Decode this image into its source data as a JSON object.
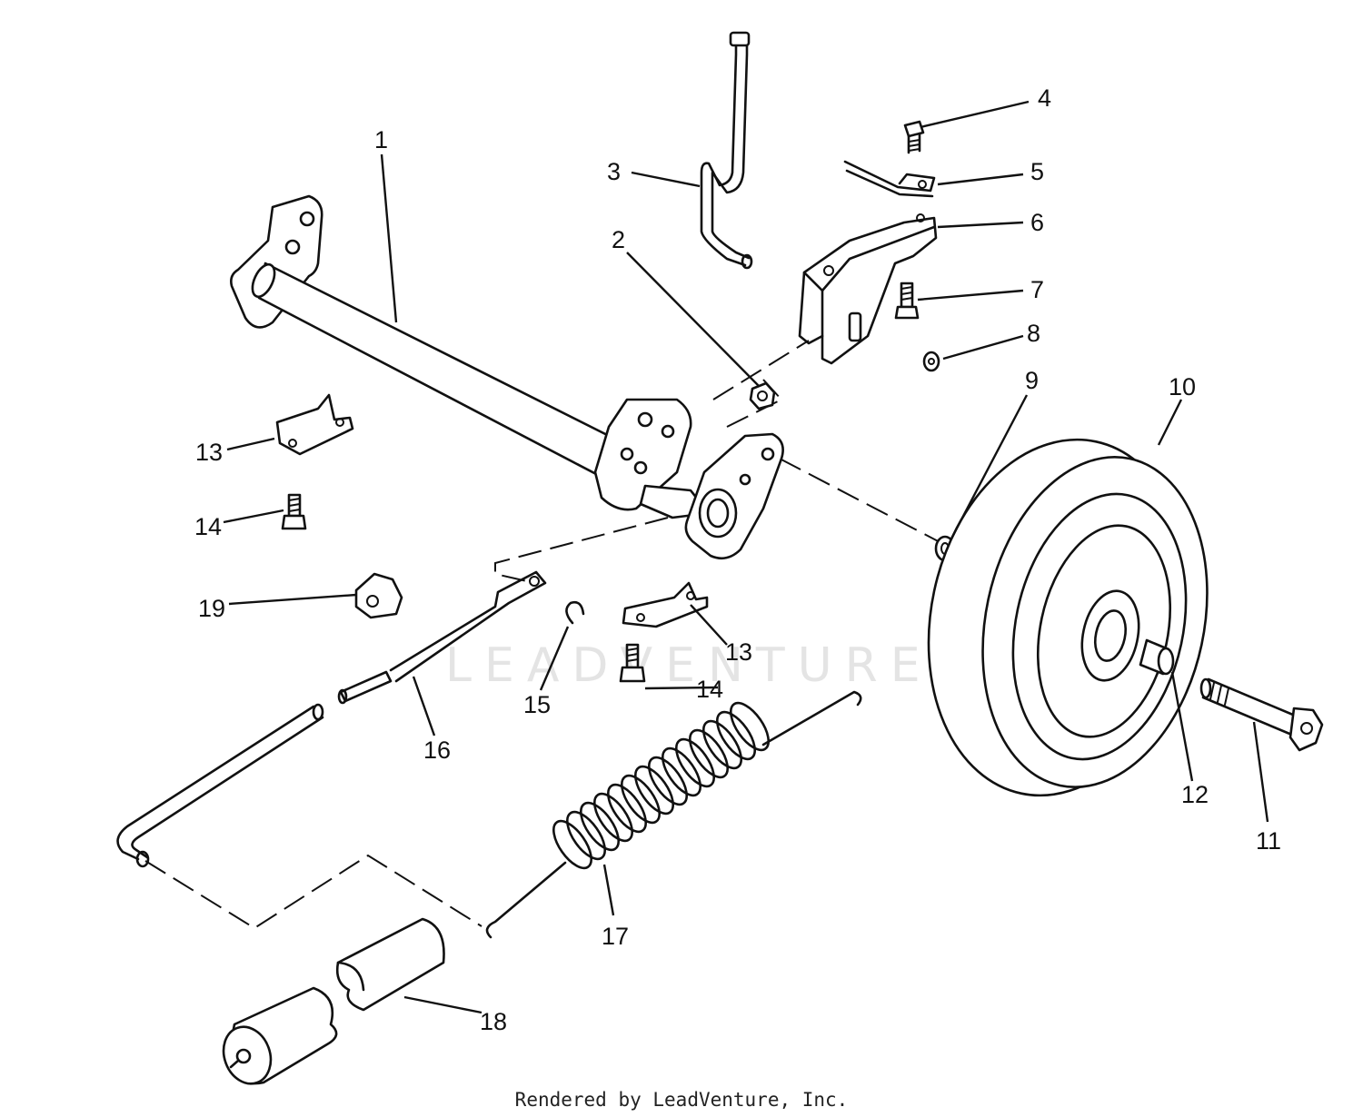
{
  "diagram": {
    "callouts": [
      {
        "id": "c1",
        "label": "1"
      },
      {
        "id": "c2",
        "label": "2"
      },
      {
        "id": "c3",
        "label": "3"
      },
      {
        "id": "c4",
        "label": "4"
      },
      {
        "id": "c5",
        "label": "5"
      },
      {
        "id": "c6",
        "label": "6"
      },
      {
        "id": "c7",
        "label": "7"
      },
      {
        "id": "c8",
        "label": "8"
      },
      {
        "id": "c9",
        "label": "9"
      },
      {
        "id": "c10",
        "label": "10"
      },
      {
        "id": "c11",
        "label": "11"
      },
      {
        "id": "c12",
        "label": "12"
      },
      {
        "id": "c13a",
        "label": "13"
      },
      {
        "id": "c13b",
        "label": "13"
      },
      {
        "id": "c14a",
        "label": "14"
      },
      {
        "id": "c14b",
        "label": "14"
      },
      {
        "id": "c15",
        "label": "15"
      },
      {
        "id": "c16",
        "label": "16"
      },
      {
        "id": "c17",
        "label": "17"
      },
      {
        "id": "c18",
        "label": "18"
      },
      {
        "id": "c19",
        "label": "19"
      }
    ],
    "watermark": "LEADVENTURE",
    "footer": "Rendered by LeadVenture, Inc."
  },
  "colors": {
    "line": "#111111",
    "background": "#ffffff",
    "watermark": "#e4e4e4"
  }
}
